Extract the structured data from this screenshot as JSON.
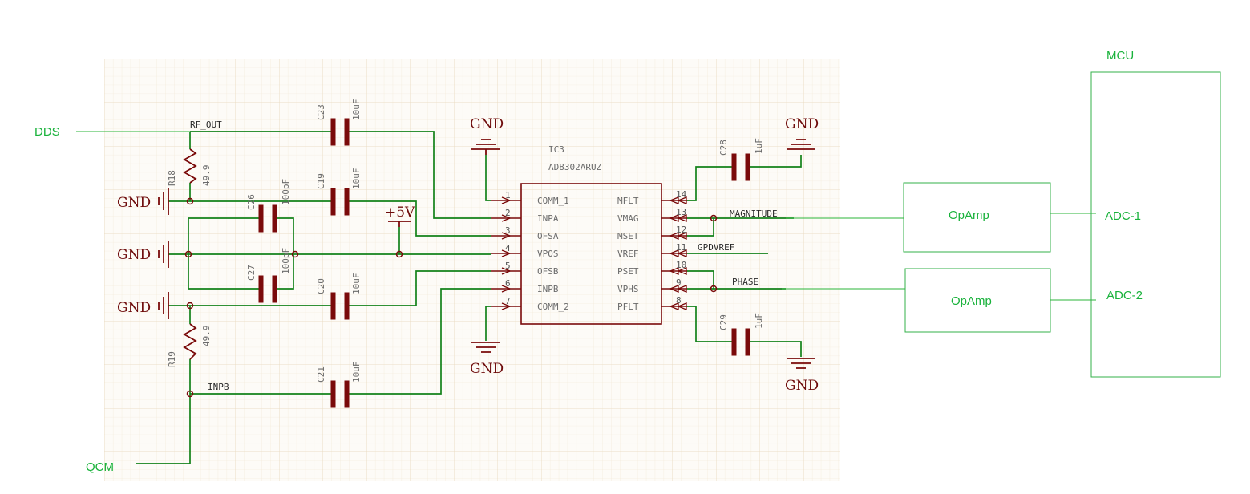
{
  "signals": {
    "dds": "DDS",
    "qcm": "QCM",
    "rf_out": "RF_OUT",
    "inpb": "INPB",
    "magnitude": "MAGNITUDE",
    "gpdvref": "GPDVREF",
    "phase": "PHASE"
  },
  "power": {
    "gnd": "GND",
    "vcc": "+5V"
  },
  "ic": {
    "ref": "IC3",
    "part": "AD8302ARUZ",
    "left_pins": [
      {
        "num": "1",
        "name": "COMM_1"
      },
      {
        "num": "2",
        "name": "INPA"
      },
      {
        "num": "3",
        "name": "OFSA"
      },
      {
        "num": "4",
        "name": "VPOS"
      },
      {
        "num": "5",
        "name": "OFSB"
      },
      {
        "num": "6",
        "name": "INPB"
      },
      {
        "num": "7",
        "name": "COMM_2"
      }
    ],
    "right_pins": [
      {
        "num": "14",
        "name": "MFLT"
      },
      {
        "num": "13",
        "name": "VMAG"
      },
      {
        "num": "12",
        "name": "MSET"
      },
      {
        "num": "11",
        "name": "VREF"
      },
      {
        "num": "10",
        "name": "PSET"
      },
      {
        "num": "9",
        "name": "VPHS"
      },
      {
        "num": "8",
        "name": "PFLT"
      }
    ]
  },
  "components": {
    "c23": {
      "ref": "C23",
      "value": "10uF"
    },
    "c19": {
      "ref": "C19",
      "value": "10uF"
    },
    "c26": {
      "ref": "C26",
      "value": "100pF"
    },
    "c27": {
      "ref": "C27",
      "value": "100pF"
    },
    "c20": {
      "ref": "C20",
      "value": "10uF"
    },
    "c21": {
      "ref": "C21",
      "value": "10uF"
    },
    "c28": {
      "ref": "C28",
      "value": "1uF"
    },
    "c29": {
      "ref": "C29",
      "value": "1uF"
    },
    "r18": {
      "ref": "R18",
      "value": "49.9"
    },
    "r19": {
      "ref": "R19",
      "value": "49.9"
    }
  },
  "blocks": {
    "mcu": "MCU",
    "opamp1": "OpAmp",
    "opamp2": "OpAmp",
    "adc1": "ADC-1",
    "adc2": "ADC-2"
  }
}
